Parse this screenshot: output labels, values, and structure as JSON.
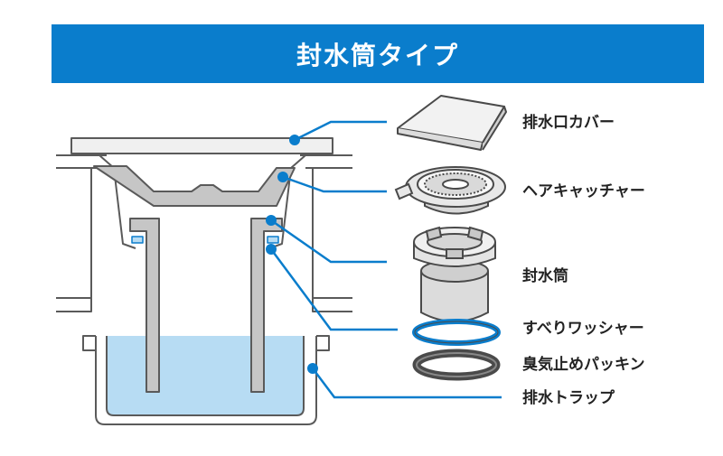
{
  "title": "封水筒タイプ",
  "labels": {
    "drain_cover": "排水口カバー",
    "hair_catcher": "ヘアキャッチャー",
    "sealing_tube": "封水筒",
    "slip_washer": "すべりワッシャー",
    "odor_packing": "臭気止めパッキン",
    "drain_trap": "排水トラップ"
  },
  "colors": {
    "accent": "#0a7dcc",
    "water": "#b7dcf3",
    "part_gray": "#c6c6c6",
    "outline": "#555555"
  }
}
